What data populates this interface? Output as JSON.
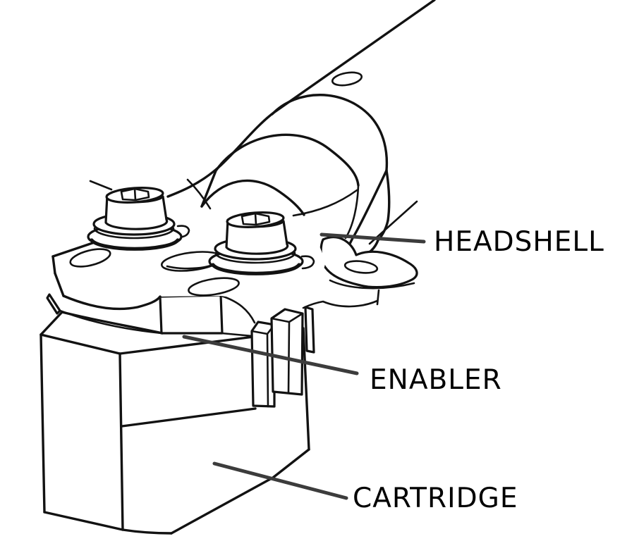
{
  "figure": {
    "parts": [
      {
        "id": "headshell",
        "label": "HEADSHELL"
      },
      {
        "id": "enabler",
        "label": "ENABLER"
      },
      {
        "id": "cartridge",
        "label": "CARTRIDGE"
      }
    ]
  },
  "colors": {
    "background": "#ffffff",
    "line": "#121212",
    "leader": "#3c3c3c",
    "label_text": "#000000"
  }
}
